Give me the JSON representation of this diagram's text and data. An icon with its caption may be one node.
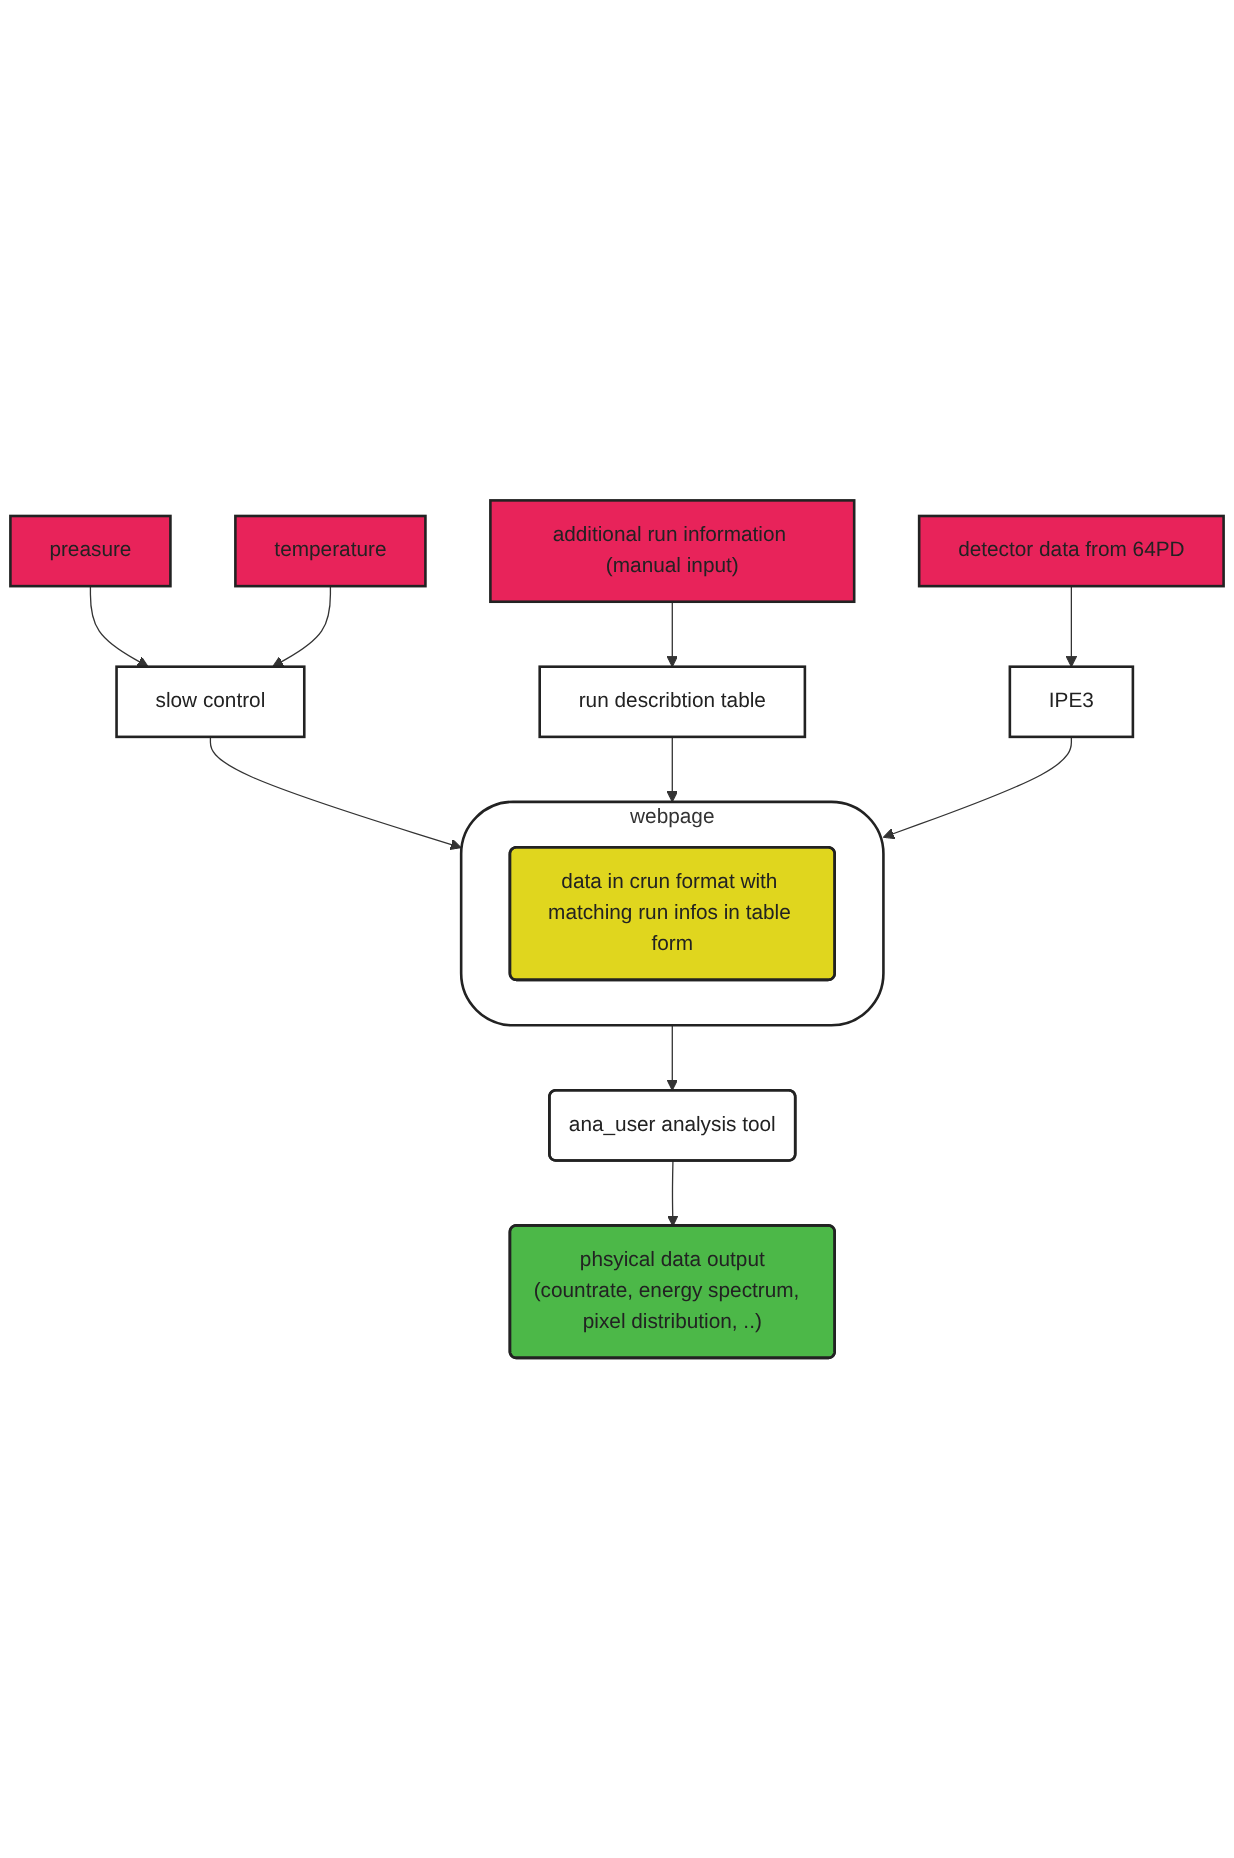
{
  "diagram": {
    "nodes": [
      {
        "text": [
          "preasure"
        ]
      },
      {
        "text": [
          "temperature"
        ]
      },
      {
        "text": [
          "additional run information (manual input)"
        ]
      },
      {
        "text": [
          "detector data from 64PD"
        ]
      },
      {
        "text": [
          "slow control"
        ]
      },
      {
        "text": [
          "run describtion table"
        ]
      },
      {
        "text": [
          "IPE3"
        ]
      },
      {
        "text": [
          "webpage"
        ]
      },
      {
        "text": [
          "data in crun format with matching run infos in table form"
        ],
        "in": 7
      },
      {
        "text": [
          "ana_user analysis tool"
        ]
      },
      {
        "text": [
          "phsyical data output",
          "(countrate, energy spectrum,  pixel distribution, ..)"
        ]
      }
    ],
    "edges": [
      {
        "from": 0,
        "to": 4,
        "arrow": "to"
      },
      {
        "from": 1,
        "to": 4,
        "arrow": "to"
      },
      {
        "from": 2,
        "to": 5,
        "arrow": "to"
      },
      {
        "from": 3,
        "to": 6,
        "arrow": "to"
      },
      {
        "from": 4,
        "to": 7,
        "arrow": "to"
      },
      {
        "from": 5,
        "to": 7,
        "arrow": "to"
      },
      {
        "from": 6,
        "to": 7,
        "arrow": "to"
      },
      {
        "from": 7,
        "to": 9,
        "arrow": "to"
      },
      {
        "from": 9,
        "to": 10,
        "arrow": "to"
      }
    ]
  }
}
